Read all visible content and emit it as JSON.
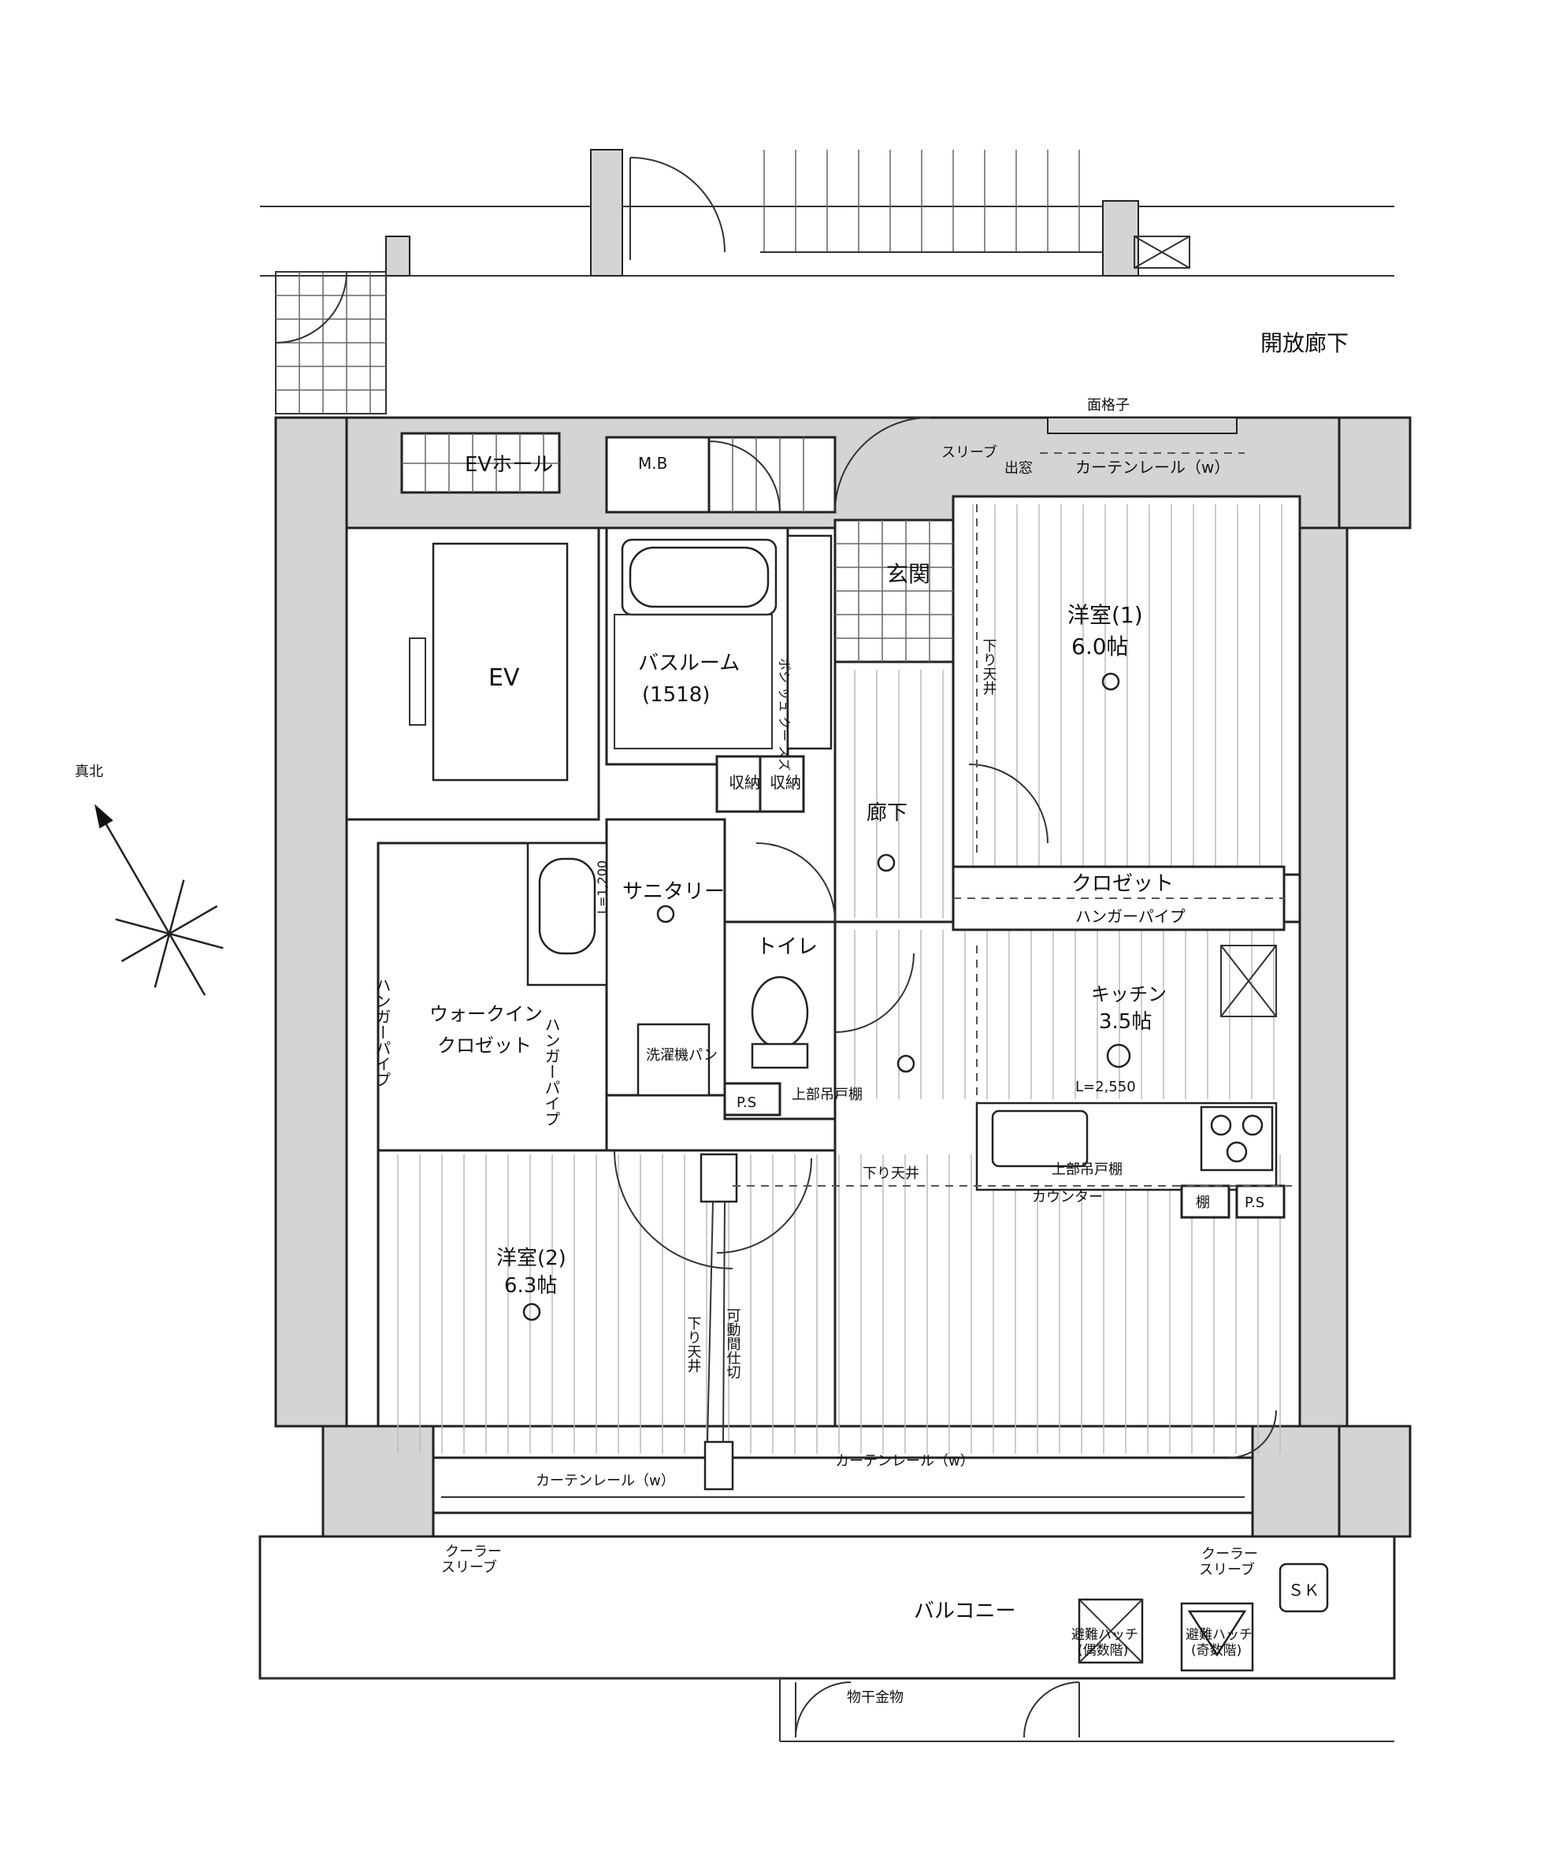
{
  "labels": {
    "open_corridor": "開放廊下",
    "lattice": "面格子",
    "ev_hall": "EVホール",
    "mb": "M.B",
    "curtain_rail_top": "カーテンレール（w）",
    "window_text": "出窓",
    "sleeve_top": "スリーブ",
    "entrance": "玄関",
    "pos_box": "ポシ ッュ クー スズ",
    "bathroom_name": "バスルーム",
    "bathroom_size": "(1518)",
    "ev": "EV",
    "western_room_1_name": "洋室(1)",
    "western_room_1_size": "6.0帖",
    "lowered_ceiling_1": "下り天井",
    "storage_1": "収納",
    "storage_2": "収納",
    "hallway": "廊下",
    "closet": "クロゼット",
    "hanger_pipe_closet": "ハンガーパイプ",
    "sanitary": "サニタリー",
    "sanitary_length": "L=1,200",
    "toilet": "トイレ",
    "walk_in_closet_1": "ウォークイン",
    "walk_in_closet_2": "クロゼット",
    "hanger_pipe_left": "ハンガーパイプ",
    "hanger_pipe_wic": "ハンガーパイプ",
    "washer_pan": "洗濯機パン",
    "ps_1": "P.S",
    "upper_cabinet_1": "上部吊戸棚",
    "kitchen_name": "キッチン",
    "kitchen_size": "3.5帖",
    "kitchen_length": "L=2,550",
    "lowered_ceiling_2": "下り天井",
    "upper_cabinet_2": "上部吊戸棚",
    "counter": "カウンター",
    "shelf": "棚",
    "ps_2": "P.S",
    "western_room_2_name": "洋室(2)",
    "western_room_2_size": "6.3帖",
    "lowered_ceiling_3": "下り天井",
    "movable_partition": "可動間仕切",
    "curtain_rail_left": "カーテンレール（w）",
    "curtain_rail_right": "カーテンレール（w）",
    "cooler_sleeve_left_1": "クーラー",
    "cooler_sleeve_left_2": "スリーブ",
    "cooler_sleeve_right_1": "クーラー",
    "cooler_sleeve_right_2": "スリーブ",
    "balcony": "バルコニー",
    "sk": "ＳＫ",
    "evac_hatch_1a": "避難ハッチ",
    "evac_hatch_1b": "(偶数階)",
    "evac_hatch_2a": "避難ハッチ",
    "evac_hatch_2b": "(奇数階)",
    "laundry_hanger": "物干金物",
    "true_north": "真北"
  }
}
